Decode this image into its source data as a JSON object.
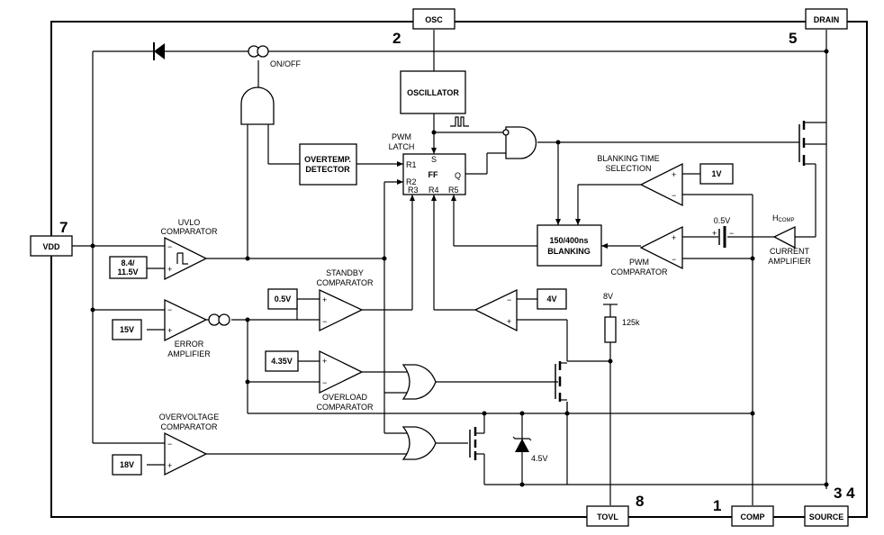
{
  "pins": {
    "osc": "OSC",
    "drain": "DRAIN",
    "vdd": "VDD",
    "tovl": "TOVL",
    "comp": "COMP",
    "source": "SOURCE",
    "osc_no": "2",
    "drain_no": "5",
    "vdd_no": "7",
    "tovl_no": "8",
    "comp_no": "1",
    "source_no": "3 4"
  },
  "blocks": {
    "oscillator": "OSCILLATOR",
    "overtemp_1": "OVERTEMP.",
    "overtemp_2": "DETECTOR",
    "blanking_1": "150/400ns",
    "blanking_2": "BLANKING",
    "ff": "FF"
  },
  "labels": {
    "onoff": "ON/OFF",
    "pwm_latch_1": "PWM",
    "pwm_latch_2": "LATCH",
    "uvlo_1": "UVLO",
    "uvlo_2": "COMPARATOR",
    "standby_1": "STANDBY",
    "standby_2": "COMPARATOR",
    "error_1": "ERROR",
    "error_2": "AMPLIFIER",
    "overload_1": "OVERLOAD",
    "overload_2": "COMPARATOR",
    "overvoltage_1": "OVERVOLTAGE",
    "overvoltage_2": "COMPARATOR",
    "blanking_sel_1": "BLANKING TIME",
    "blanking_sel_2": "SELECTION",
    "pwm_comp_1": "PWM",
    "pwm_comp_2": "COMPARATOR",
    "current_amp_1": "CURRENT",
    "current_amp_2": "AMPLIFIER",
    "hcomp_h": "H",
    "hcomp_sub": "COMP",
    "res_125k": "125k",
    "v8": "8V",
    "v05_cap": "0.5V",
    "zener": "4.5V"
  },
  "latch_pins": {
    "s": "S",
    "q": "Q",
    "r1": "R1",
    "r2": "R2",
    "r3": "R3",
    "r4": "R4",
    "r5": "R5"
  },
  "references": {
    "uvlo_1": "8.4/",
    "uvlo_2": "11.5V",
    "standby": "0.5V",
    "error": "15V",
    "overload": "4.35V",
    "overvoltage": "18V",
    "v4": "4V",
    "v1": "1V"
  },
  "comparator_signs": {
    "minus": "−",
    "plus": "+"
  }
}
